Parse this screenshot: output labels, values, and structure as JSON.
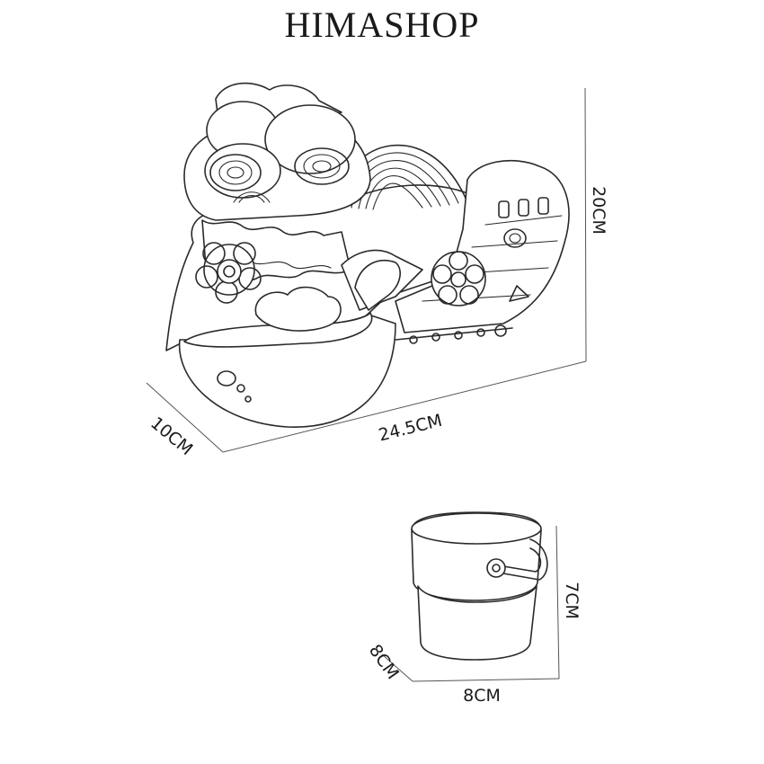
{
  "brand": "HIMASHOP",
  "toy": {
    "height_label": "20CM",
    "width_label": "24.5CM",
    "depth_label": "10CM"
  },
  "cup": {
    "height_label": "7CM",
    "width_label": "8CM",
    "depth_label": "8CM"
  }
}
